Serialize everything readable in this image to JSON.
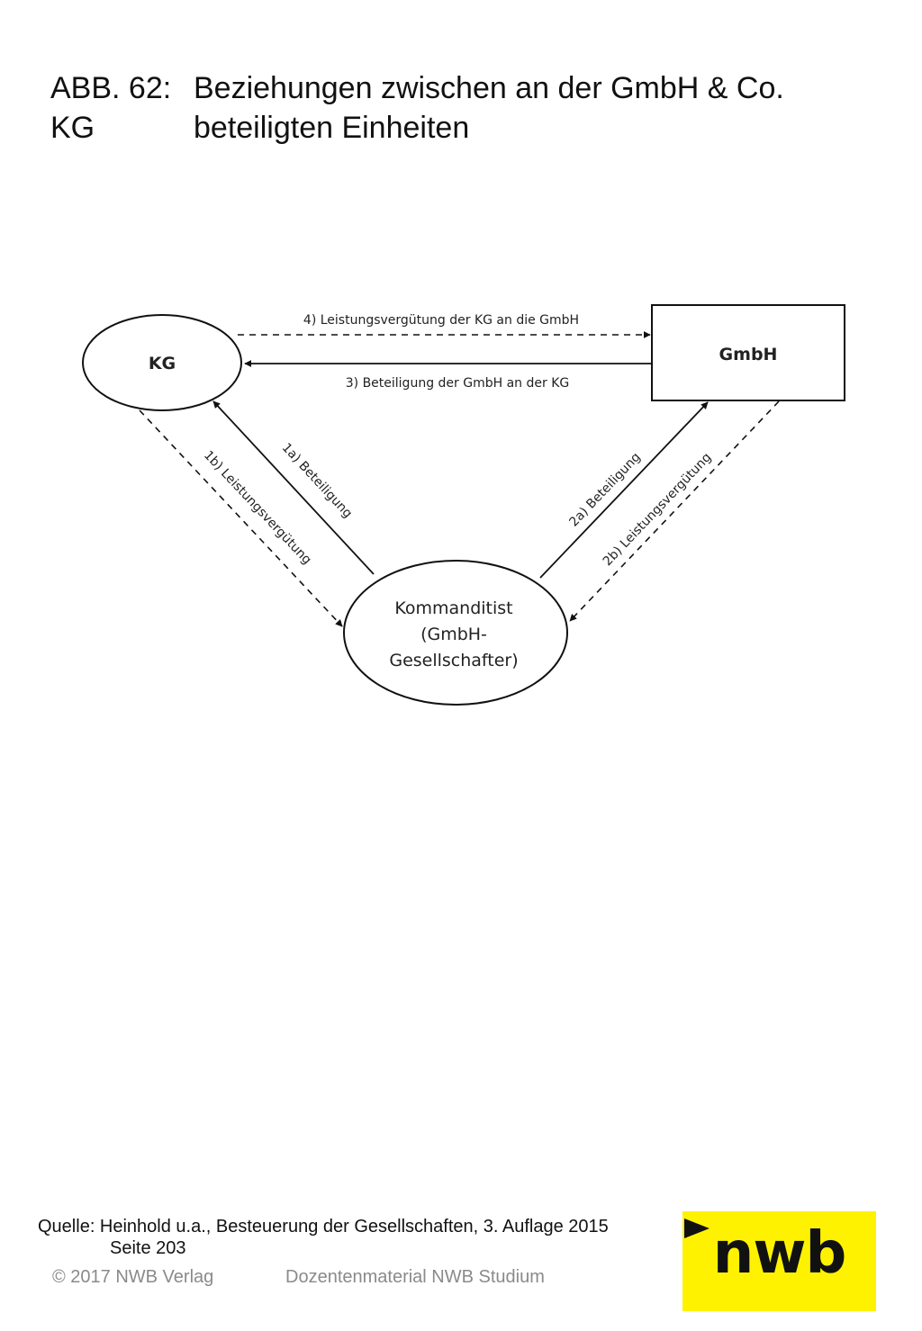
{
  "title": {
    "line1_label": "ABB. 62:",
    "line1_text": "Beziehungen zwischen an der GmbH & Co.",
    "line2_label": "KG",
    "line2_text": "beteiligten Einheiten"
  },
  "diagram": {
    "nodes": {
      "kg": "KG",
      "gmbh": "GmbH",
      "kommanditist_line1": "Kommanditist",
      "kommanditist_line2": "(GmbH-",
      "kommanditist_line3": "Gesellschafter)"
    },
    "edges": {
      "e4": "4) Leistungsvergütung der KG an die GmbH",
      "e3": "3) Beteiligung der GmbH an der KG",
      "e1a": "1a) Beteiligung",
      "e1b": "1b) Leistungsvergütung",
      "e2a": "2a) Beteiligung",
      "e2b": "2b) Leistungsvergütung"
    }
  },
  "footer": {
    "source_line1": "Quelle: Heinhold u.a., Besteuerung der Gesellschaften, 3. Auflage 2015",
    "source_line2": "Seite 203",
    "copyright": "© 2017 NWB Verlag",
    "material": "Dozentenmaterial NWB Studium",
    "logo": "nwb"
  },
  "colors": {
    "logo_background": "#fff200",
    "footer_text": "#8a8a8a"
  }
}
